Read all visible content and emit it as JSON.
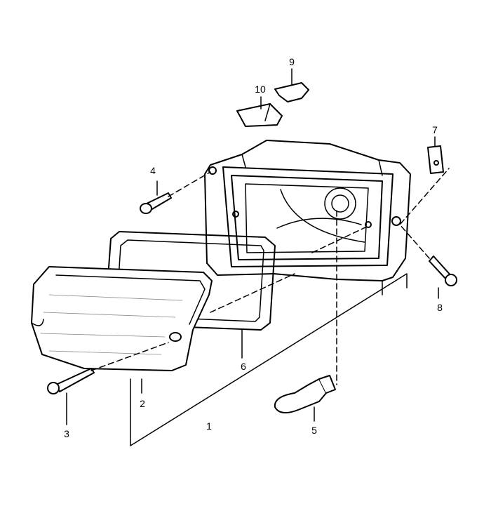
{
  "diagram": {
    "line_color": "#000000",
    "callouts": [
      {
        "id": "1",
        "label": "1"
      },
      {
        "id": "2",
        "label": "2"
      },
      {
        "id": "3",
        "label": "3"
      },
      {
        "id": "4",
        "label": "4"
      },
      {
        "id": "5",
        "label": "5"
      },
      {
        "id": "6",
        "label": "6"
      },
      {
        "id": "7",
        "label": "7"
      },
      {
        "id": "8",
        "label": "8"
      },
      {
        "id": "9",
        "label": "9"
      },
      {
        "id": "10",
        "label": "10"
      }
    ]
  }
}
